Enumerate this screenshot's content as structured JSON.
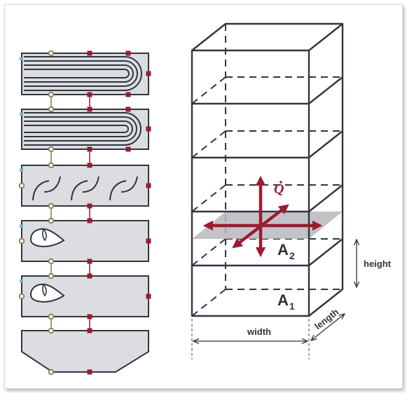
{
  "colors": {
    "stroke": "#2f3640",
    "module_fill": "#dcdde0",
    "accent": "#9b1b30",
    "port_brown": "#8a7a55",
    "port_cyan": "#6fb7d6",
    "plane": "#b9b9bd"
  },
  "labels": {
    "height": "height",
    "width": "width",
    "length": "length",
    "area1": "A",
    "area1_sub": "1",
    "area2": "A",
    "area2_sub": "2",
    "heat_flow": "Q"
  },
  "modules": [
    {
      "type": "hairpin-tubes"
    },
    {
      "type": "hairpin-tubes"
    },
    {
      "type": "curved-blades"
    },
    {
      "type": "drop-element"
    },
    {
      "type": "drop-element"
    },
    {
      "type": "hopper-bottom"
    }
  ]
}
